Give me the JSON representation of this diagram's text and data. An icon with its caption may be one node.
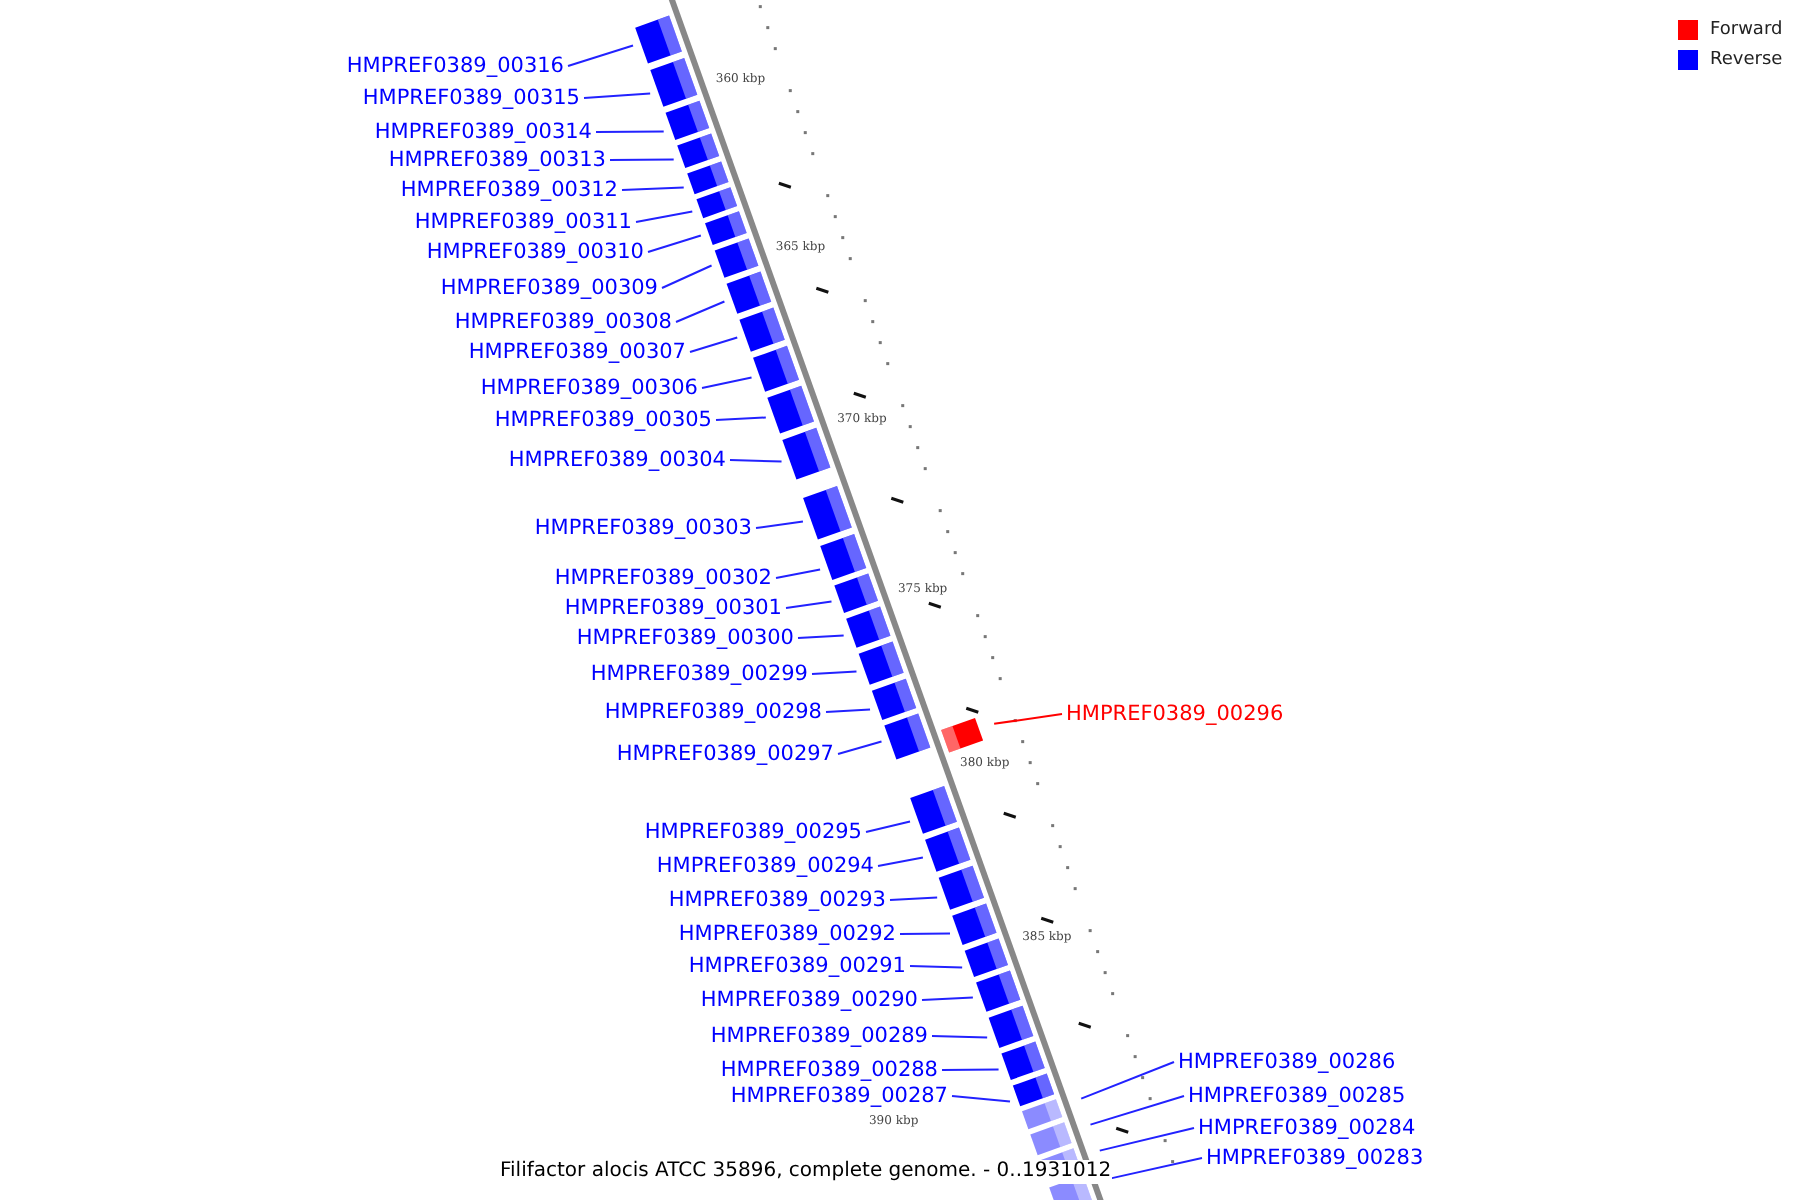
{
  "diagram": {
    "caption": "Filifactor alocis ATCC 35896, complete genome. - 0..1931012",
    "nodes": [
      {
        "text": [
          "HMPREF0389_00316"
        ]
      },
      {
        "text": [
          "HMPREF0389_00315"
        ]
      },
      {
        "text": [
          "HMPREF0389_00314"
        ]
      },
      {
        "text": [
          "HMPREF0389_00313"
        ]
      },
      {
        "text": [
          "HMPREF0389_00312"
        ]
      },
      {
        "text": [
          "HMPREF0389_00311"
        ]
      },
      {
        "text": [
          "HMPREF0389_00310"
        ]
      },
      {
        "text": [
          "HMPREF0389_00309"
        ]
      },
      {
        "text": [
          "HMPREF0389_00308"
        ]
      },
      {
        "text": [
          "HMPREF0389_00307"
        ]
      },
      {
        "text": [
          "HMPREF0389_00306"
        ]
      },
      {
        "text": [
          "HMPREF0389_00305"
        ]
      },
      {
        "text": [
          "HMPREF0389_00304"
        ]
      },
      {
        "text": [
          "HMPREF0389_00303"
        ]
      },
      {
        "text": [
          "HMPREF0389_00302"
        ]
      },
      {
        "text": [
          "HMPREF0389_00301"
        ]
      },
      {
        "text": [
          "HMPREF0389_00300"
        ]
      },
      {
        "text": [
          "HMPREF0389_00299"
        ]
      },
      {
        "text": [
          "HMPREF0389_00298"
        ]
      },
      {
        "text": [
          "HMPREF0389_00296"
        ]
      },
      {
        "text": [
          "HMPREF0389_00297"
        ]
      },
      {
        "text": [
          "HMPREF0389_00295"
        ]
      },
      {
        "text": [
          "HMPREF0389_00294"
        ]
      },
      {
        "text": [
          "HMPREF0389_00293"
        ]
      },
      {
        "text": [
          "HMPREF0389_00292"
        ]
      },
      {
        "text": [
          "HMPREF0389_00291"
        ]
      },
      {
        "text": [
          "HMPREF0389_00290"
        ]
      },
      {
        "text": [
          "HMPREF0389_00289"
        ]
      },
      {
        "text": [
          "HMPREF0389_00288"
        ]
      },
      {
        "text": [
          "HMPREF0389_00286"
        ]
      },
      {
        "text": [
          "HMPREF0389_00287"
        ]
      },
      {
        "text": [
          "HMPREF0389_00285"
        ]
      },
      {
        "text": [
          "HMPREF0389_00284"
        ]
      },
      {
        "text": [
          "HMPREF0389_00283"
        ]
      }
    ],
    "edges": [
      {
        "from": 0,
        "to": null,
        "arrow": "none"
      },
      {
        "from": 1,
        "to": null,
        "arrow": "none"
      },
      {
        "from": 2,
        "to": null,
        "arrow": "none"
      },
      {
        "from": 3,
        "to": null,
        "arrow": "none"
      },
      {
        "from": 4,
        "to": null,
        "arrow": "none"
      },
      {
        "from": 5,
        "to": null,
        "arrow": "none"
      },
      {
        "from": 6,
        "to": null,
        "arrow": "none"
      },
      {
        "from": 7,
        "to": null,
        "arrow": "none"
      },
      {
        "from": 8,
        "to": null,
        "arrow": "none"
      },
      {
        "from": 9,
        "to": null,
        "arrow": "none"
      },
      {
        "from": 10,
        "to": null,
        "arrow": "none"
      },
      {
        "from": 11,
        "to": null,
        "arrow": "none"
      },
      {
        "from": 12,
        "to": null,
        "arrow": "none"
      },
      {
        "from": 13,
        "to": null,
        "arrow": "none"
      },
      {
        "from": 14,
        "to": null,
        "arrow": "none"
      },
      {
        "from": 15,
        "to": null,
        "arrow": "none"
      },
      {
        "from": 16,
        "to": null,
        "arrow": "none"
      },
      {
        "from": 17,
        "to": null,
        "arrow": "none"
      },
      {
        "from": 18,
        "to": null,
        "arrow": "none"
      },
      {
        "from": 19,
        "to": null,
        "arrow": "none",
        "color": "#ff0000"
      },
      {
        "from": 20,
        "to": null,
        "arrow": "none"
      },
      {
        "from": 21,
        "to": null,
        "arrow": "none"
      },
      {
        "from": 22,
        "to": null,
        "arrow": "none"
      },
      {
        "from": 23,
        "to": null,
        "arrow": "none"
      },
      {
        "from": 24,
        "to": null,
        "arrow": "none"
      },
      {
        "from": 25,
        "to": null,
        "arrow": "none"
      },
      {
        "from": 26,
        "to": null,
        "arrow": "none"
      },
      {
        "from": 27,
        "to": null,
        "arrow": "none"
      },
      {
        "from": 28,
        "to": null,
        "arrow": "none"
      },
      {
        "from": 29,
        "to": null,
        "arrow": "none"
      },
      {
        "from": 30,
        "to": null,
        "arrow": "none"
      },
      {
        "from": 31,
        "to": null,
        "arrow": "none"
      },
      {
        "from": 32,
        "to": null,
        "arrow": "none"
      },
      {
        "from": 33,
        "to": null,
        "arrow": "none"
      }
    ],
    "labels": [
      "360 kbp",
      "365 kbp",
      "370 kbp",
      "375 kbp",
      "380 kbp",
      "385 kbp",
      "390 kbp"
    ],
    "legend": [
      {
        "text": "Forward",
        "color": "#ff0000"
      },
      {
        "text": "Reverse",
        "color": "#0000ff"
      }
    ]
  }
}
